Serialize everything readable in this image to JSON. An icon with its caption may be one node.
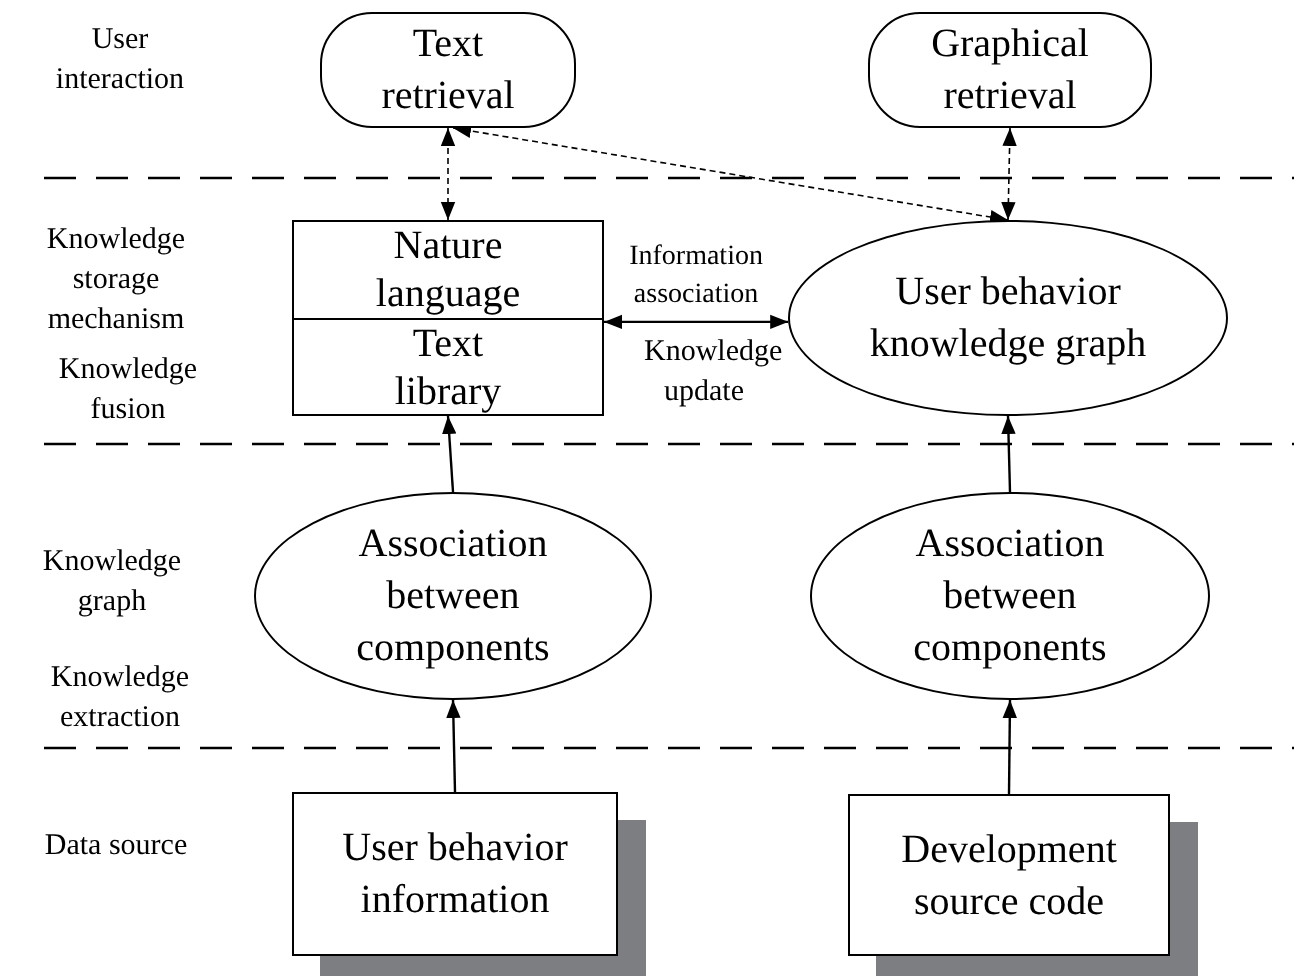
{
  "diagram": {
    "nodes": [
      {
        "text": [
          "Text retrieval"
        ]
      },
      {
        "text": [
          "Graphical retrieval"
        ]
      },
      {
        "text": [
          "Nature language",
          "Text library"
        ]
      },
      {
        "text": [
          "User behavior knowledge graph"
        ]
      },
      {
        "text": [
          "Association between components"
        ]
      },
      {
        "text": [
          "Association between components"
        ]
      },
      {
        "text": [
          "User behavior information"
        ]
      },
      {
        "text": [
          "Development source code"
        ]
      }
    ],
    "edges": [
      {
        "from": 0,
        "to": 2,
        "arrow": "both",
        "style": "dashed"
      },
      {
        "from": 0,
        "to": 3,
        "arrow": "both",
        "style": "dashed"
      },
      {
        "from": 1,
        "to": 3,
        "arrow": "both",
        "style": "dashed"
      },
      {
        "from": 2,
        "to": 3,
        "arrow": "both",
        "label": "Information association"
      },
      {
        "from": 4,
        "to": 2,
        "arrow": "to"
      },
      {
        "from": 5,
        "to": 3,
        "arrow": "to"
      },
      {
        "from": 6,
        "to": 4,
        "arrow": "to"
      },
      {
        "from": 7,
        "to": 5,
        "arrow": "to"
      }
    ],
    "labels": [
      "User interaction",
      "Knowledge storage mechanism",
      "Knowledge update",
      "Knowledge fusion",
      "Knowledge graph",
      "Knowledge extraction",
      "Data source"
    ]
  }
}
